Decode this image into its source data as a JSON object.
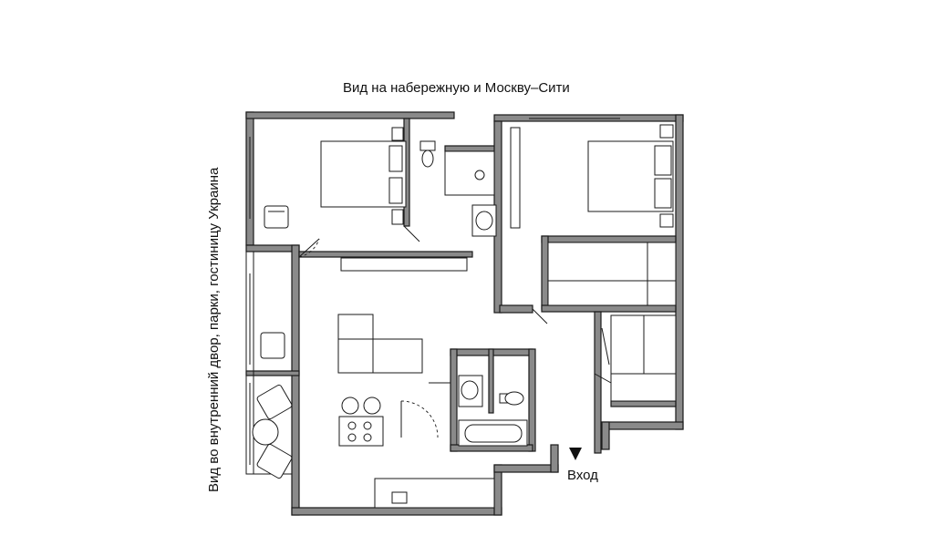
{
  "plan": {
    "top_view_label": "Вид на набережную и Москву–Сити",
    "side_view_label": "Вид во внутренний двор, парки, гостиницу Украина",
    "entrance_label": "Вход"
  },
  "icons": [
    "bed-icon",
    "armchair-icon",
    "sofa-icon",
    "toilet-icon",
    "sink-icon",
    "bathtub-icon",
    "stove-icon",
    "table-icon",
    "wardrobe-icon",
    "entrance-arrow-icon"
  ]
}
